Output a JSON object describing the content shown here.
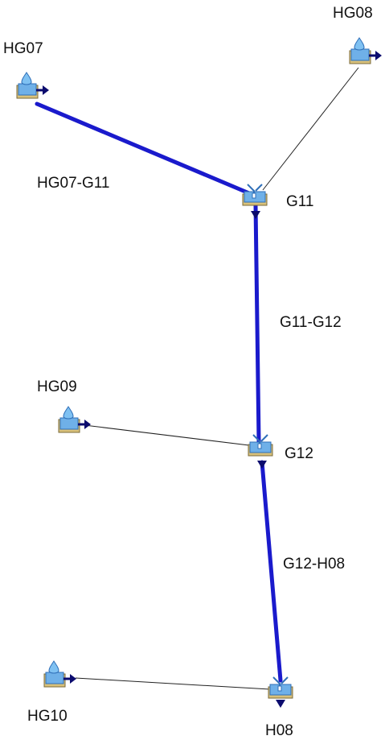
{
  "diagram": {
    "background": "#ffffff",
    "colors": {
      "reach": "#1a1acc",
      "arrow": "#0b0b6e",
      "connector": "#222222",
      "icon_fill": "#6fb0e8",
      "icon_dark": "#2f6fb8",
      "icon_tray": "#d9c17a"
    },
    "nodes": [
      {
        "id": "HG07",
        "label": "HG07",
        "kind": "subbasin",
        "icon": "subbasin-icon"
      },
      {
        "id": "HG08",
        "label": "HG08",
        "kind": "subbasin",
        "icon": "subbasin-icon"
      },
      {
        "id": "G11",
        "label": "G11",
        "kind": "junction",
        "icon": "junction-icon"
      },
      {
        "id": "HG09",
        "label": "HG09",
        "kind": "subbasin",
        "icon": "subbasin-icon"
      },
      {
        "id": "G12",
        "label": "G12",
        "kind": "junction",
        "icon": "junction-icon"
      },
      {
        "id": "HG10",
        "label": "HG10",
        "kind": "subbasin",
        "icon": "subbasin-icon"
      },
      {
        "id": "H08",
        "label": "H08",
        "kind": "junction",
        "icon": "junction-icon"
      }
    ],
    "reaches": [
      {
        "id": "HG07-G11",
        "label": "HG07-G11",
        "from": "HG07",
        "to": "G11"
      },
      {
        "id": "G11-G12",
        "label": "G11-G12",
        "from": "G11",
        "to": "G12"
      },
      {
        "id": "G12-H08",
        "label": "G12-H08",
        "from": "G12",
        "to": "H08"
      }
    ],
    "connectors": [
      {
        "from": "HG08",
        "to": "G11"
      },
      {
        "from": "HG09",
        "to": "G12"
      },
      {
        "from": "HG10",
        "to": "H08"
      }
    ]
  }
}
